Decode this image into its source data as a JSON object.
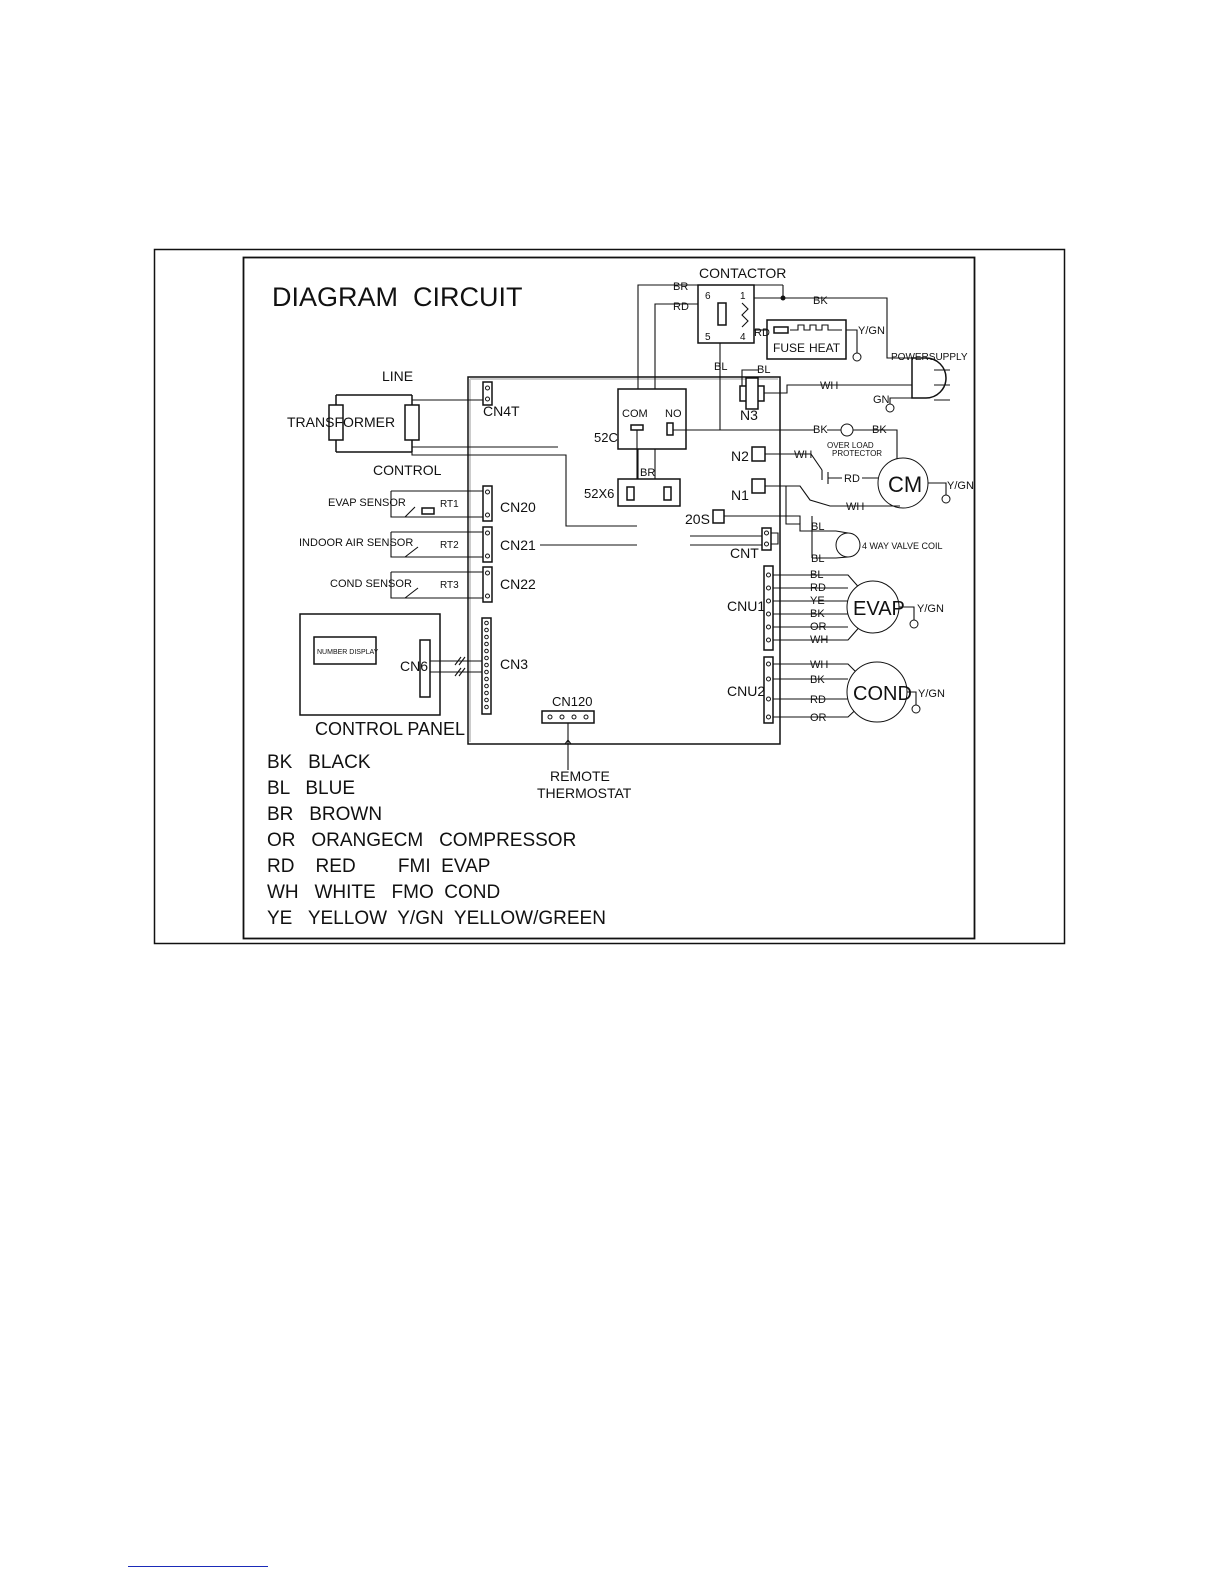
{
  "title": "DIAGRAM  CIRCUIT",
  "left_section": {
    "line": "LINE",
    "transformer": "TRANSFORMER",
    "control": "CONTROL",
    "cn4t": "CN4T",
    "evap_sensor": "EVAP SENSOR",
    "indoor_air_sensor": "INDOOR AIR SENSOR",
    "cond_sensor": "COND SENSOR",
    "rt1": "RT1",
    "rt2": "RT2",
    "rt3": "RT3",
    "cn20": "CN20",
    "cn21": "CN21",
    "cn22": "CN22",
    "cn3": "CN3",
    "cn6": "CN6",
    "number_display": "NUMBER DISPLAY",
    "control_panel": "CONTROL PANEL",
    "cn120": "CN120",
    "remote": "REMOTE",
    "thermostat": "THERMOSTAT"
  },
  "center_section": {
    "contactor": "CONTACTOR",
    "pin6": "6",
    "pin1": "1",
    "pin5": "5",
    "pin4": "4",
    "com": "COM",
    "no": "NO",
    "k52c": "52C",
    "k52x6": "52X6",
    "s20": "20S",
    "cnt": "CNT",
    "n1": "N1",
    "n2": "N2",
    "n3": "N3"
  },
  "right_section": {
    "fuse": "FUSE",
    "heat": "HEAT",
    "power_supply": "POWERSUPPLY",
    "gn": "GN",
    "overload_1": "OVER LOAD",
    "overload_2": "PROTECTOR",
    "cm": "CM",
    "four_way_valve": "4 WAY VALVE COIL",
    "cnu1": "CNU1",
    "cnu2": "CNU2",
    "evap": "EVAP",
    "cond": "COND",
    "ygn": "Y/GN"
  },
  "wire_labels": {
    "br": "BR",
    "rd": "RD",
    "bl": "BL",
    "bk": "BK",
    "wh": "WH",
    "ye": "YE",
    "or": "OR"
  },
  "legend": [
    {
      "text": "BK   BLACK"
    },
    {
      "text": "BL   BLUE"
    },
    {
      "text": "BR   BROWN"
    },
    {
      "text": "OR   ORANGECM   COMPRESSOR"
    },
    {
      "text": "RD    RED        FMI  EVAP"
    },
    {
      "text": "WH   WHITE   FMO  COND"
    },
    {
      "text": "YE   YELLOW  Y/GN  YELLOW/GREEN"
    }
  ]
}
